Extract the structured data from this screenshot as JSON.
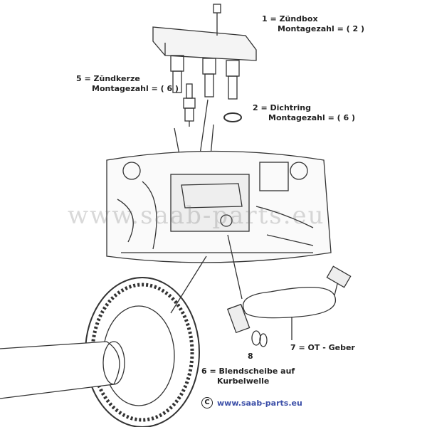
{
  "labels": {
    "l1": {
      "title": "1 = Zündbox",
      "sub": "Montagezahl = ( 2 )"
    },
    "l2": {
      "title": "2 =  Dichtring",
      "sub": "Montagezahl = ( 6 )"
    },
    "l5": {
      "title": "5 = Zündkerze",
      "sub": "Montagezahl = ( 6 )"
    },
    "l6": {
      "title": "6 = Blendscheibe auf",
      "sub": "Kurbelwelle"
    },
    "l7": {
      "title": "7 =  OT - Geber"
    },
    "l8": {
      "title": "8"
    }
  },
  "watermark": "www.saab-parts.eu",
  "copyright": {
    "symbol": "C",
    "url": "www.saab-parts.eu"
  },
  "colors": {
    "line": "#333333",
    "link": "#3c4fa8"
  }
}
